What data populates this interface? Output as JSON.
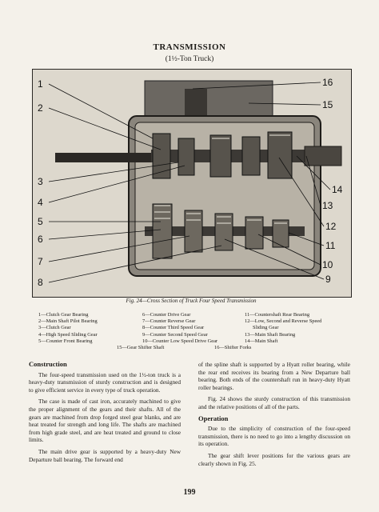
{
  "header": {
    "title": "TRANSMISSION",
    "subtitle": "(1½-Ton Truck)"
  },
  "figure": {
    "callouts_left": [
      "1",
      "2",
      "3",
      "4",
      "5",
      "6",
      "7",
      "8"
    ],
    "callouts_right": [
      "16",
      "15",
      "14",
      "13",
      "12",
      "11",
      "10",
      "9"
    ],
    "caption": "Fig. 24—Cross Section of Truck Four Speed Transmission"
  },
  "legend": {
    "col1": [
      "1—Clutch Gear Bearing",
      "2—Main Shaft Pilot Bearing",
      "3—Clutch Gear",
      "4—High Speed Sliding Gear",
      "5—Counter Front Bearing"
    ],
    "col2": [
      "6—Counter Drive Gear",
      "7—Counter Reverse Gear",
      "8—Counter Third Speed Gear",
      "9—Counter Second Speed Gear",
      "10—Counter Low Speed Drive Gear"
    ],
    "col3": [
      "11—Countershaft Rear Bearing",
      "12—Low, Second and Reverse Speed",
      "Sliding Gear",
      "13—Main Shaft Bearing",
      "14—Main Shaft"
    ],
    "item15": "15—Gear Shifter Shaft",
    "item16": "16—Shifter Forks"
  },
  "body": {
    "heading_construction": "Construction",
    "left_p1": "The four-speed transmission used on the 1½-ton truck is a heavy-duty transmission of sturdy construction and is designed to give efficient service in every type of truck operation.",
    "left_p2": "The case is made of cast iron, accurately machined to give the proper alignment of the gears and their shafts. All of the gears are machined from drop forged steel gear blanks, and are heat treated for strength and long life. The shafts are machined from high grade steel, and are heat treated and ground to close limits.",
    "left_p3": "The main drive gear is supported by a heavy-duty New Departure ball bearing. The forward end",
    "right_p1": "of the spline shaft is supported by a Hyatt roller bearing, while the rear end receives its bearing from a New Departure ball bearing. Both ends of the countershaft run in heavy-duty Hyatt roller bearings.",
    "right_p2": "Fig. 24 shows the sturdy construction of this transmission and the relative positions of all of the parts.",
    "heading_operation": "Operation",
    "right_p3": "Due to the simplicity of construction of the four-speed transmission, there is no need to go into a lengthy discussion on its operation.",
    "right_p4": "The gear shift lever positions for the various gears are clearly shown in Fig. 25."
  },
  "page_number": "199"
}
